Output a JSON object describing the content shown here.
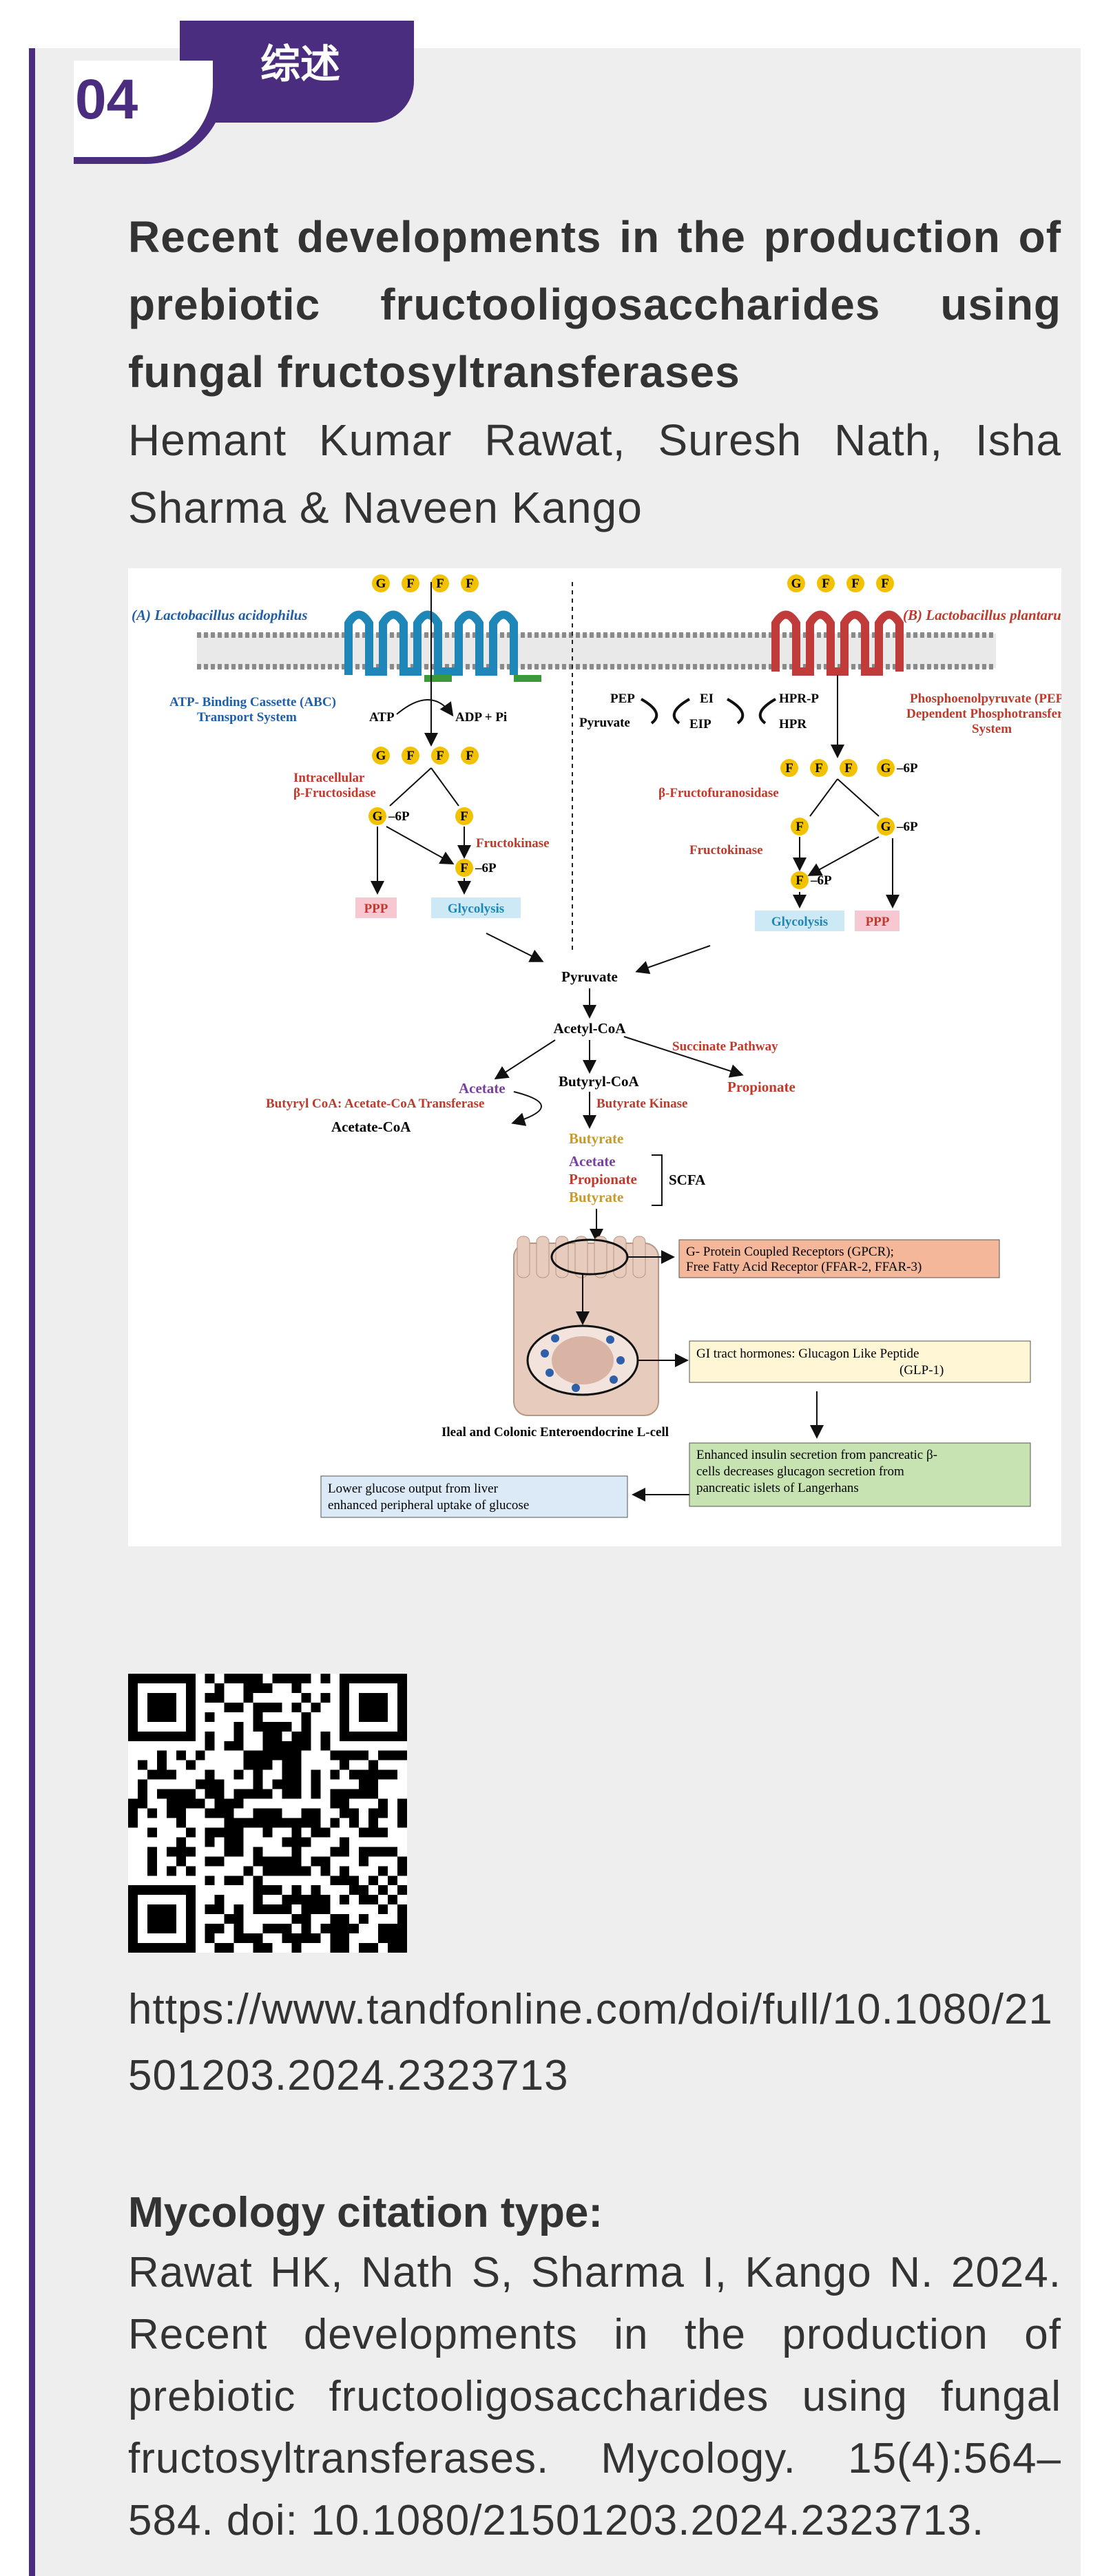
{
  "header": {
    "tab_title": "综述",
    "number": "04"
  },
  "article": {
    "title": "Recent developments in the production of prebiotic fructooligosaccharides using fungal fructosyltransferases",
    "authors": "Hemant Kumar Rawat, Suresh Nath, Isha Sharma & Naveen Kango"
  },
  "figure": {
    "panel_a": "(A) Lactobacillus acidophilus",
    "panel_b": "(B) Lactobacillus plantarum",
    "gff_top": "G–F–F–F",
    "abc": "ATP- Binding Cassette (ABC)",
    "abc2": "Transport System",
    "atp": "ATP",
    "adp": "ADP + Pi",
    "pep": "PEP",
    "pyruvate_small": "Pyruvate",
    "ei": "EI",
    "eip": "EIP",
    "hprp": "HPR-P",
    "hpr": "HPR",
    "pts1": "Phosphoenolpyruvate (PEP)",
    "pts2": "Dependent Phosphotransferase",
    "pts3": "System",
    "intracellular": "Intracellular",
    "b_fructosidase": "β-Fructosidase",
    "fructokinase": "Fructokinase",
    "b_fructofuranosidase": "β-Fructofuranosidase",
    "g6p": "G–6P",
    "f6p": "F–6P",
    "ppp": "PPP",
    "glycolysis": "Glycolysis",
    "pyruvate": "Pyruvate",
    "acetyl_coa": "Acetyl-CoA",
    "succinate": "Succinate Pathway",
    "acetate": "Acetate",
    "butyryl_coa": "Butyryl-CoA",
    "propionate": "Propionate",
    "butyryl_transferase": "Butyryl CoA: Acetate-CoA Transferase",
    "butyrate_kinase": "Butyrate Kinase",
    "acetate_coa": "Acetate-CoA",
    "butyrate": "Butyrate",
    "scfa_acetate": "Acetate",
    "scfa_propionate": "Propionate",
    "scfa_butyrate": "Butyrate",
    "scfa": "SCFA",
    "gpcr1": "G- Protein Coupled Receptors (GPCR);",
    "gpcr2": "Free Fatty Acid Receptor (FFAR-2, FFAR-3)",
    "gi1": "GI tract hormones: Glucagon Like Peptide",
    "gi2": "(GLP-1)",
    "cell_label": "Ileal and Colonic Enteroendocrine L-cell",
    "insulin1": "Enhanced insulin secretion from pancreatic β-",
    "insulin2": "cells decreases glucagon secretion from",
    "insulin3": "pancreatic islets of Langerhans",
    "glucose1": "Lower glucose output from liver",
    "glucose2": "enhanced peripheral uptake of glucose",
    "colors": {
      "purple": "#4b2d7f",
      "red": "#c0392b",
      "blue": "#1f5fa8",
      "yellow": "#f2c200"
    }
  },
  "link": {
    "url": "https://www.tandfonline.com/doi/full/10.1080/21501203.2024.2323713"
  },
  "citation": {
    "label": "Mycology citation type:",
    "text": "Rawat HK, Nath S, Sharma I, Kango N. 2024. Recent developments in the production of prebiotic fructooligosaccharides using fungal fructosyltransferases. Mycology. 15(4):564–584. doi: 10.1080/21501203.2024.2323713."
  }
}
